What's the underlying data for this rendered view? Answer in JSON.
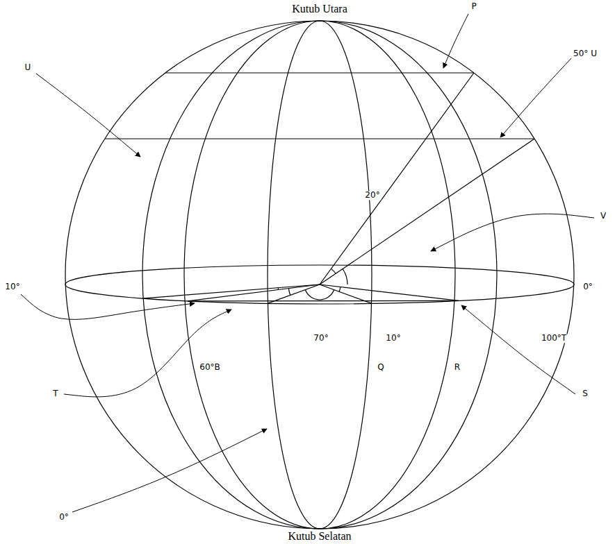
{
  "diagram": {
    "labels": [
      "Kutub Utara",
      "P",
      "50° U",
      "U",
      "20°",
      "V",
      "10°",
      "0°",
      "70°",
      "10°",
      "100°T",
      "60°B",
      "S",
      "T",
      "Q",
      "R",
      "0°",
      "Kutub Selatan"
    ]
  }
}
